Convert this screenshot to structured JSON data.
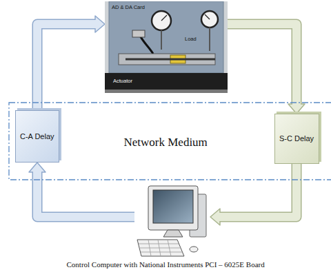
{
  "diagram": {
    "nodes": [
      {
        "text": [
          "AD & DA Card",
          "Load",
          "Actuator"
        ]
      },
      {
        "text": [
          "Network Medium"
        ]
      },
      {
        "text": [
          "C-A Delay"
        ],
        "in": 1
      },
      {
        "text": [
          "S-C Delay"
        ],
        "in": 1
      },
      {
        "text": [
          "Control Computer with National Instruments PCI – 6025E Board"
        ]
      }
    ],
    "edges": [
      {
        "from": 4,
        "to": 2,
        "arrow": "to"
      },
      {
        "from": 2,
        "to": 0,
        "arrow": "to"
      },
      {
        "from": 0,
        "to": 3,
        "arrow": "to"
      },
      {
        "from": 3,
        "to": 4,
        "arrow": "to"
      }
    ]
  }
}
